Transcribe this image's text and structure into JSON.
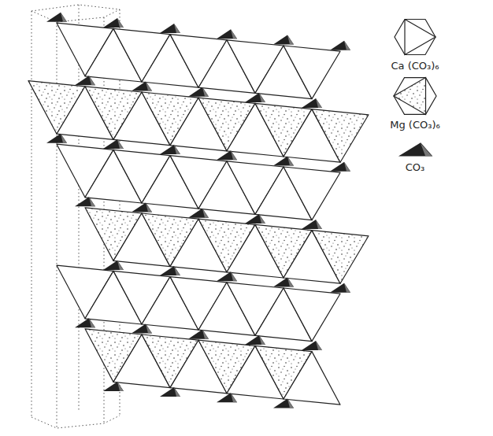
{
  "diagram": {
    "legend": [
      {
        "text": "Ca (CO₃)₆"
      },
      {
        "text": "Mg (CO₃)₆"
      },
      {
        "text": "CO₃"
      }
    ]
  }
}
